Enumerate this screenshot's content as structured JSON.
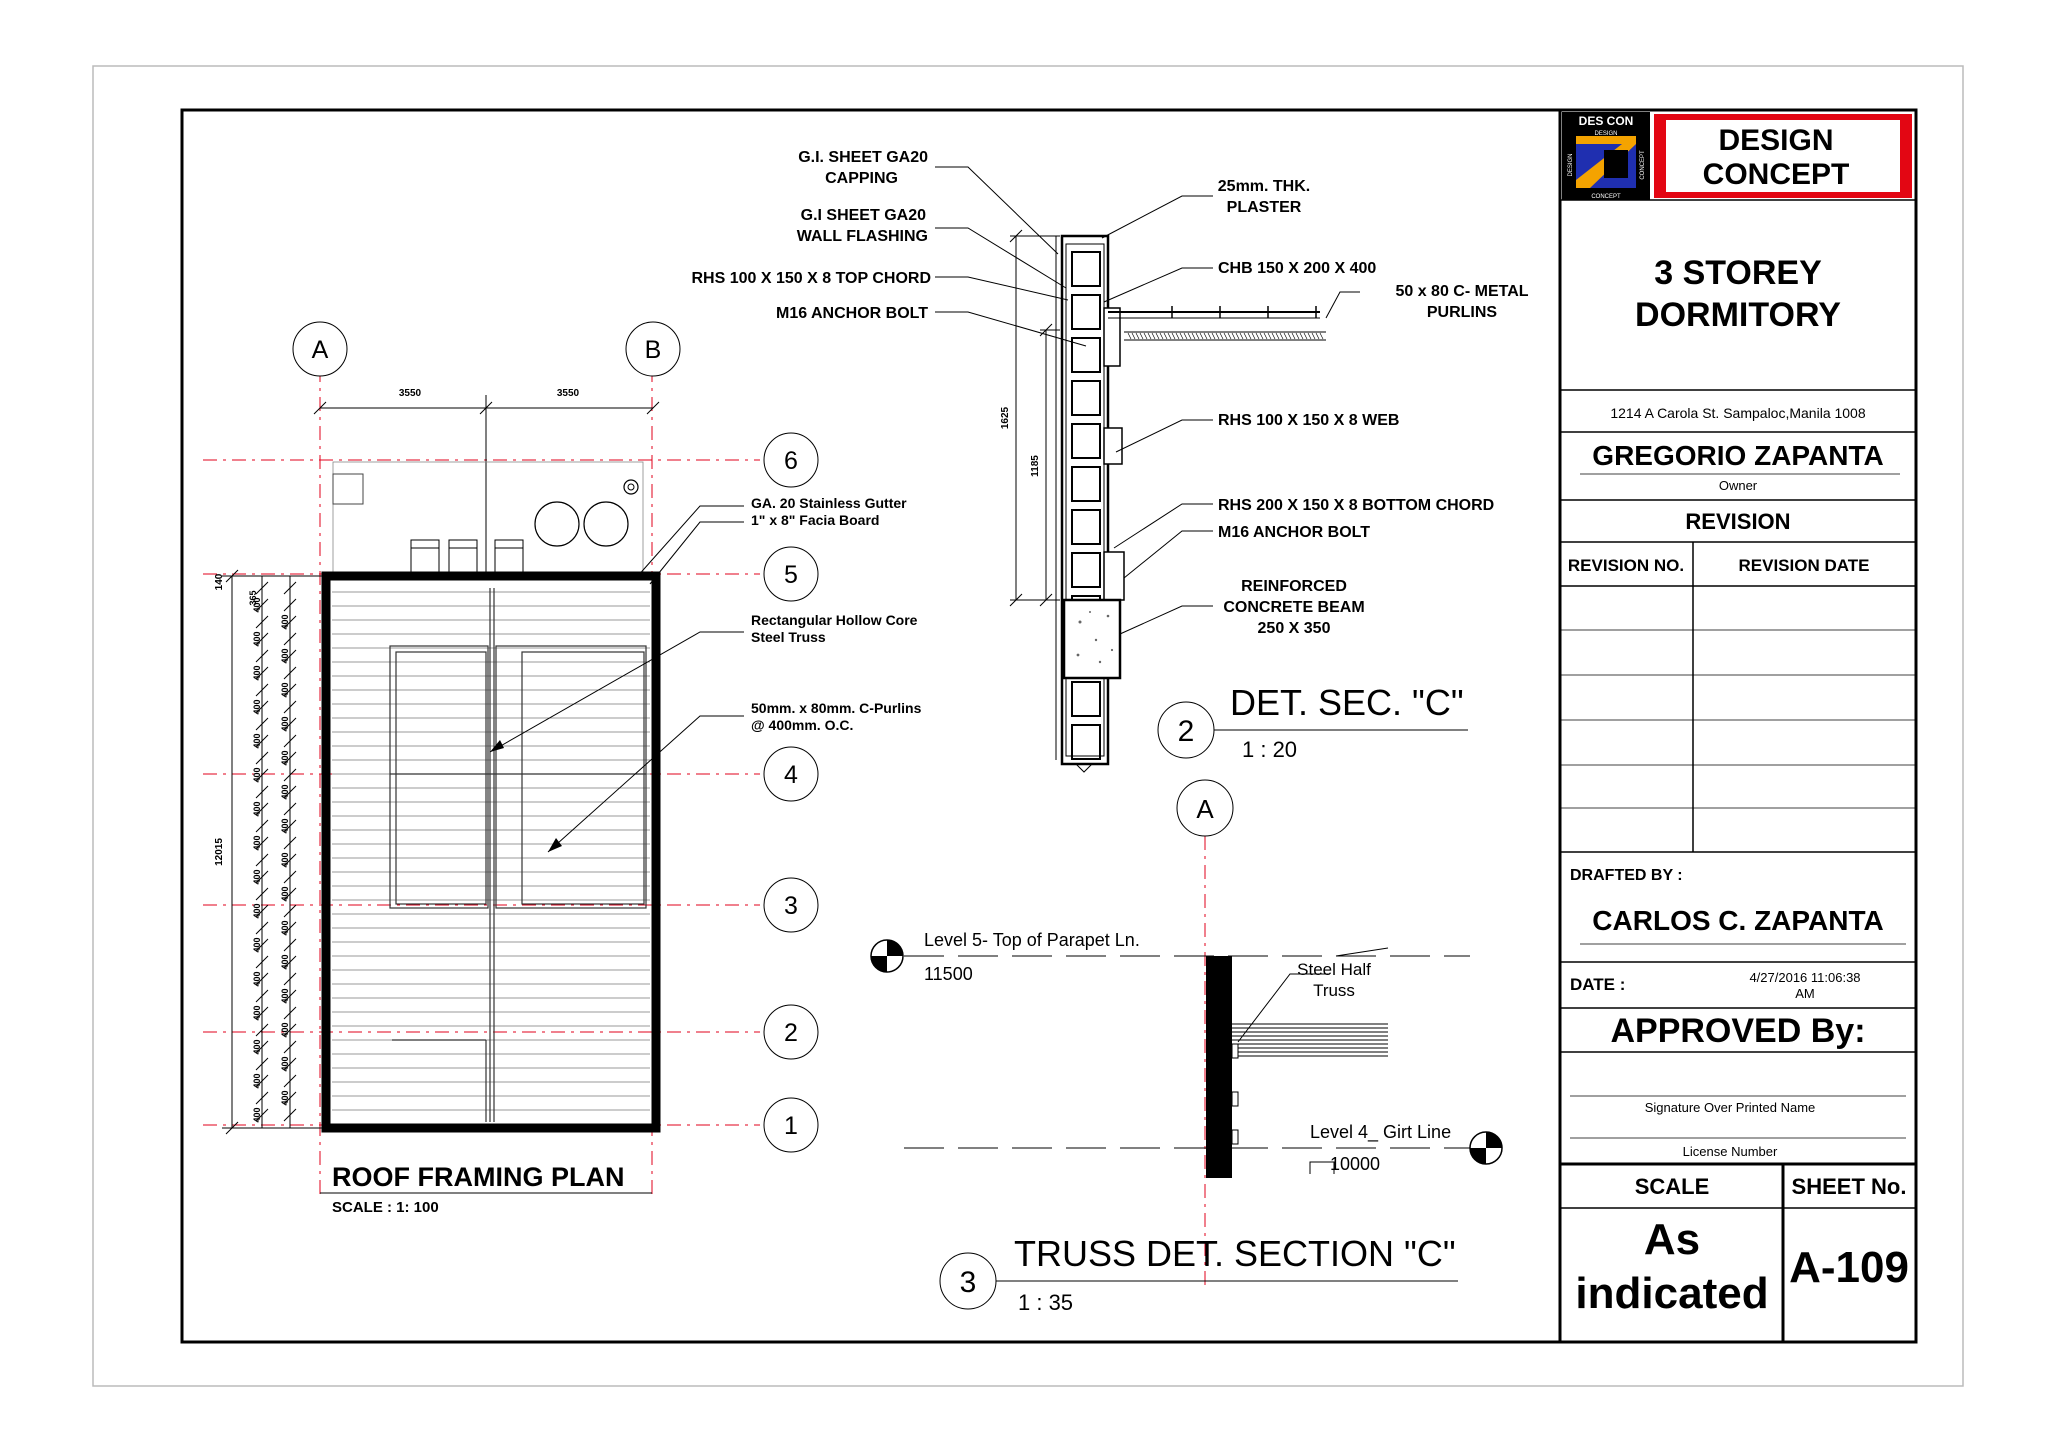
{
  "title_block": {
    "logo_top": "DES CON",
    "logo_small_top": "DESIGN",
    "logo_small_left": "DESIGN",
    "logo_small_right": "CONCEPT",
    "logo_small_bottom": "CONCEPT",
    "brand_line1": "DESIGN",
    "brand_line2": "CONCEPT",
    "project_line1": "3 STOREY",
    "project_line2": "DORMITORY",
    "address": "1214 A Carola St. Sampaloc,Manila 1008",
    "owner_name": "GREGORIO ZAPANTA",
    "owner_label": "Owner",
    "revision_heading": "REVISION",
    "revision_no_header": "REVISION NO.",
    "revision_date_header": "REVISION  DATE",
    "drafted_by_label": "DRAFTED BY :",
    "drafter_name": "CARLOS C. ZAPANTA",
    "date_label": "DATE :",
    "date_line1": "4/27/2016 11:06:38",
    "date_line2": "AM",
    "approved_label": "APPROVED By:",
    "signature_label": "Signature Over Printed Name",
    "license_label": "License Number",
    "scale_header": "SCALE",
    "sheet_header": "SHEET No.",
    "scale_value_line1": "As",
    "scale_value_line2": "indicated",
    "sheet_value": "A-109"
  },
  "roof_plan": {
    "title": "ROOF FRAMING PLAN",
    "scale": "SCALE : 1: 100",
    "grid_cols": [
      "A",
      "B"
    ],
    "grid_rows": [
      "6",
      "5",
      "4",
      "3",
      "2",
      "1"
    ],
    "top_dims": [
      "3550",
      "3550"
    ],
    "left_dims": {
      "top": "140",
      "overall": "12015",
      "first": "365",
      "spacing": "400"
    },
    "callout_gutter_1": "GA. 20 Stainless Gutter",
    "callout_gutter_2": "1\" x 8\" Facia Board",
    "callout_truss_1": "Rectangular Hollow Core",
    "callout_truss_2": "Steel Truss",
    "callout_purlins_1": "50mm. x 80mm. C-Purlins",
    "callout_purlins_2": "@ 400mm. O.C."
  },
  "detail_c": {
    "number": "2",
    "title": "DET. SEC. \"C\"",
    "scale": "1 : 20",
    "dim_1625": "1625",
    "dim_1185": "1185",
    "label_capping_1": "G.I. SHEET GA20",
    "label_capping_2": "CAPPING",
    "label_flashing_1": "G.I SHEET GA20",
    "label_flashing_2": "WALL FLASHING",
    "label_top_chord": "RHS 100 X 150 X 8 TOP CHORD",
    "label_anchor_top": "M16 ANCHOR BOLT",
    "label_plaster_1": "25mm. THK.",
    "label_plaster_2": "PLASTER",
    "label_chb": "CHB 150 X 200 X 400",
    "label_purlins_1": "50 x 80 C- METAL",
    "label_purlins_2": "PURLINS",
    "label_web": "RHS 100 X 150 X 8  WEB",
    "label_bottom_chord": "RHS 200 X 150 X 8 BOTTOM CHORD",
    "label_anchor_bottom": "M16 ANCHOR BOLT",
    "label_beam_1": "REINFORCED",
    "label_beam_2": "CONCRETE BEAM",
    "label_beam_3": "250 X 350"
  },
  "truss_section": {
    "number": "3",
    "title": "TRUSS DET. SECTION \"C\"",
    "scale": "1 : 35",
    "grid": "A",
    "level5_label": "Level 5- Top of Parapet Ln.",
    "level5_value": "11500",
    "level4_label": "Level 4_ Girt Line",
    "level4_value": "10000",
    "truss_label_1": "Steel Half",
    "truss_label_2": "Truss"
  },
  "colors": {
    "grid_red": "#e0001b",
    "brand_red": "#e30613",
    "logo_blue": "#1f2fb0",
    "logo_gold": "#f4a300"
  }
}
